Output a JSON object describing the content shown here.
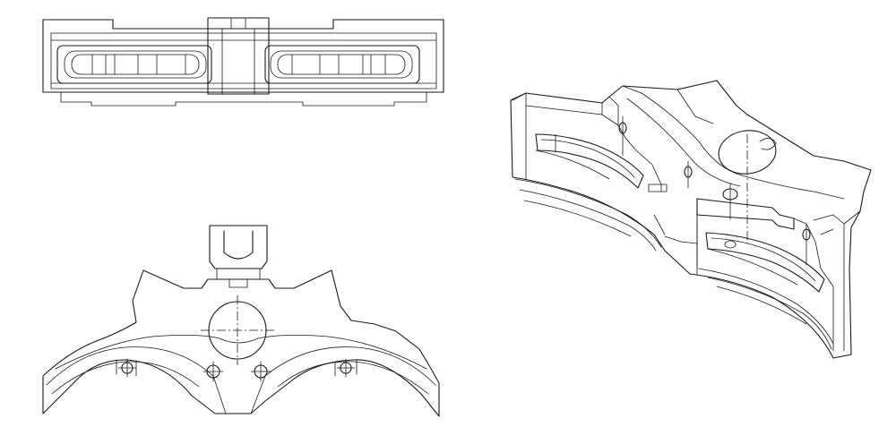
{
  "drawing": {
    "background": "#ffffff",
    "line_color": "#1a1a1a",
    "views": [
      {
        "id": "top-view"
      },
      {
        "id": "front-view"
      },
      {
        "id": "isometric-view"
      }
    ]
  }
}
